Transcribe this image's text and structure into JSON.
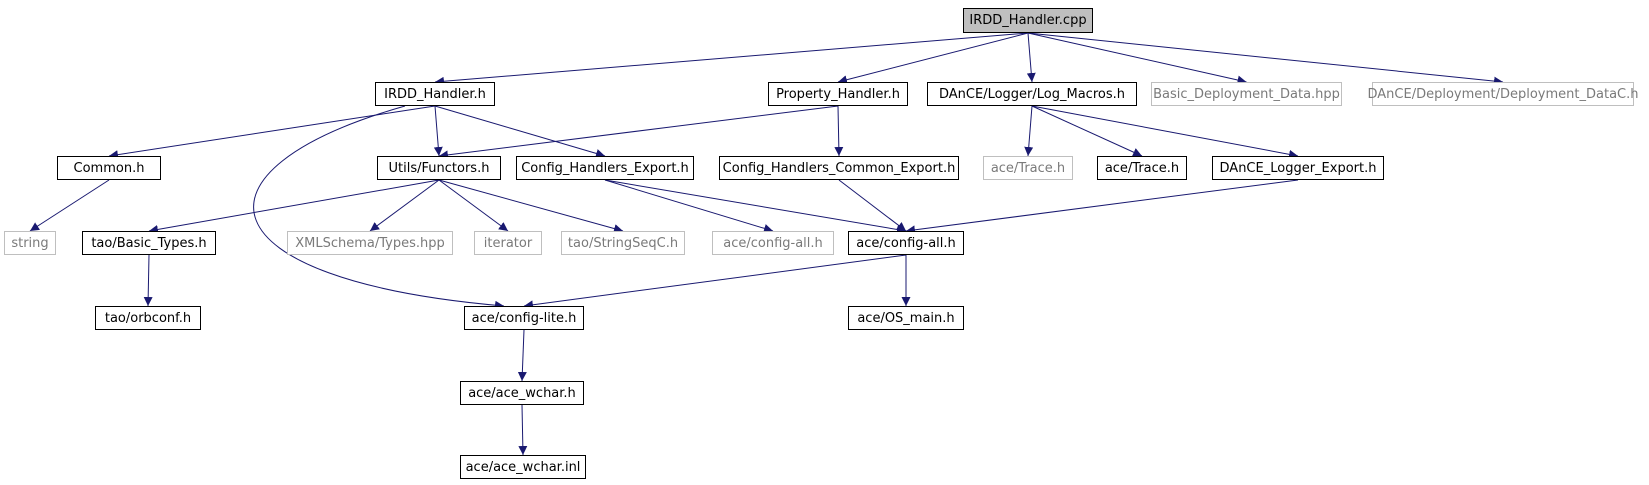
{
  "colors": {
    "edge": "#191970",
    "border": "#000000",
    "external_border": "#bfbfbf",
    "root_fill": "#bfbfbf"
  },
  "nodes": [
    {
      "id": "irdd_cpp",
      "label": "IRDD_Handler.cpp",
      "kind": "root"
    },
    {
      "id": "irdd_h",
      "label": "IRDD_Handler.h",
      "kind": "normal"
    },
    {
      "id": "prop_h",
      "label": "Property_Handler.h",
      "kind": "normal"
    },
    {
      "id": "log_macros",
      "label": "DAnCE/Logger/Log_Macros.h",
      "kind": "normal"
    },
    {
      "id": "basic_dep",
      "label": "Basic_Deployment_Data.hpp",
      "kind": "external"
    },
    {
      "id": "dep_datac",
      "label": "DAnCE/Deployment/Deployment_DataC.h",
      "kind": "external"
    },
    {
      "id": "common_h",
      "label": "Common.h",
      "kind": "normal"
    },
    {
      "id": "functors",
      "label": "Utils/Functors.h",
      "kind": "normal"
    },
    {
      "id": "cfg_exp",
      "label": "Config_Handlers_Export.h",
      "kind": "normal"
    },
    {
      "id": "cfg_common_exp",
      "label": "Config_Handlers_Common_Export.h",
      "kind": "normal"
    },
    {
      "id": "trace_ext",
      "label": "ace/Trace.h",
      "kind": "external"
    },
    {
      "id": "trace",
      "label": "ace/Trace.h",
      "kind": "normal"
    },
    {
      "id": "logger_exp",
      "label": "DAnCE_Logger_Export.h",
      "kind": "normal"
    },
    {
      "id": "string",
      "label": "string",
      "kind": "external"
    },
    {
      "id": "basic_types",
      "label": "tao/Basic_Types.h",
      "kind": "normal"
    },
    {
      "id": "xml_types",
      "label": "XMLSchema/Types.hpp",
      "kind": "external"
    },
    {
      "id": "iterator",
      "label": "iterator",
      "kind": "external"
    },
    {
      "id": "stringseq",
      "label": "tao/StringSeqC.h",
      "kind": "external"
    },
    {
      "id": "cfg_all_ext",
      "label": "ace/config-all.h",
      "kind": "external"
    },
    {
      "id": "cfg_all",
      "label": "ace/config-all.h",
      "kind": "normal"
    },
    {
      "id": "orbconf",
      "label": "tao/orbconf.h",
      "kind": "normal"
    },
    {
      "id": "cfg_lite",
      "label": "ace/config-lite.h",
      "kind": "normal"
    },
    {
      "id": "os_main",
      "label": "ace/OS_main.h",
      "kind": "normal"
    },
    {
      "id": "wchar_h",
      "label": "ace/ace_wchar.h",
      "kind": "normal"
    },
    {
      "id": "wchar_inl",
      "label": "ace/ace_wchar.inl",
      "kind": "normal"
    }
  ],
  "edges": [
    [
      "irdd_cpp",
      "irdd_h"
    ],
    [
      "irdd_cpp",
      "prop_h"
    ],
    [
      "irdd_cpp",
      "log_macros"
    ],
    [
      "irdd_cpp",
      "basic_dep"
    ],
    [
      "irdd_cpp",
      "dep_datac"
    ],
    [
      "irdd_h",
      "common_h"
    ],
    [
      "irdd_h",
      "functors"
    ],
    [
      "irdd_h",
      "cfg_exp"
    ],
    [
      "irdd_h",
      "cfg_lite"
    ],
    [
      "prop_h",
      "functors"
    ],
    [
      "prop_h",
      "cfg_common_exp"
    ],
    [
      "log_macros",
      "trace_ext"
    ],
    [
      "log_macros",
      "trace"
    ],
    [
      "log_macros",
      "logger_exp"
    ],
    [
      "common_h",
      "string"
    ],
    [
      "functors",
      "basic_types"
    ],
    [
      "functors",
      "xml_types"
    ],
    [
      "functors",
      "iterator"
    ],
    [
      "functors",
      "stringseq"
    ],
    [
      "cfg_exp",
      "cfg_all_ext"
    ],
    [
      "cfg_exp",
      "cfg_all"
    ],
    [
      "cfg_common_exp",
      "cfg_all"
    ],
    [
      "logger_exp",
      "cfg_all"
    ],
    [
      "basic_types",
      "orbconf"
    ],
    [
      "cfg_all",
      "cfg_lite"
    ],
    [
      "cfg_all",
      "os_main"
    ],
    [
      "cfg_lite",
      "wchar_h"
    ],
    [
      "wchar_h",
      "wchar_inl"
    ]
  ]
}
